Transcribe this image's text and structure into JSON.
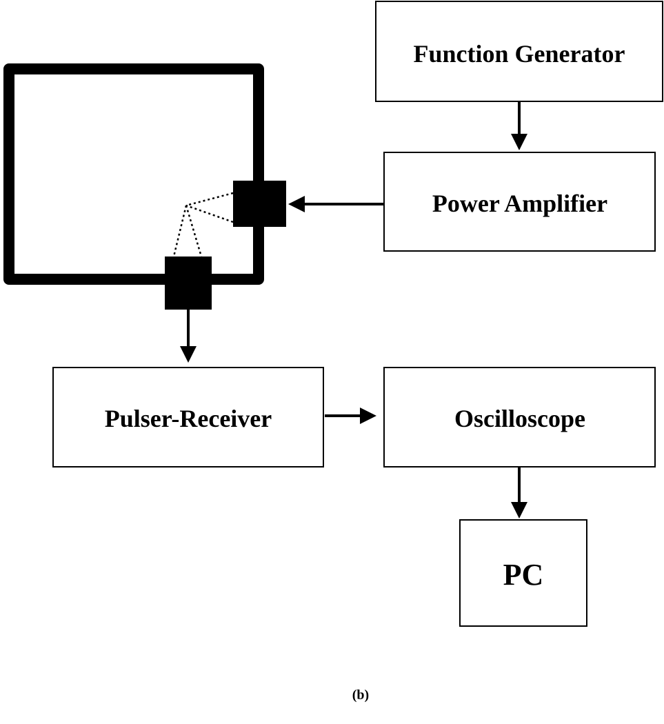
{
  "diagram": {
    "blocks": {
      "function_generator": "Function Generator",
      "power_amplifier": "Power Amplifier",
      "pulser_receiver": "Pulser-Receiver",
      "oscilloscope": "Oscilloscope",
      "pc": "PC"
    },
    "caption": "(b)",
    "colors": {
      "line": "#000000",
      "background": "#ffffff"
    }
  }
}
